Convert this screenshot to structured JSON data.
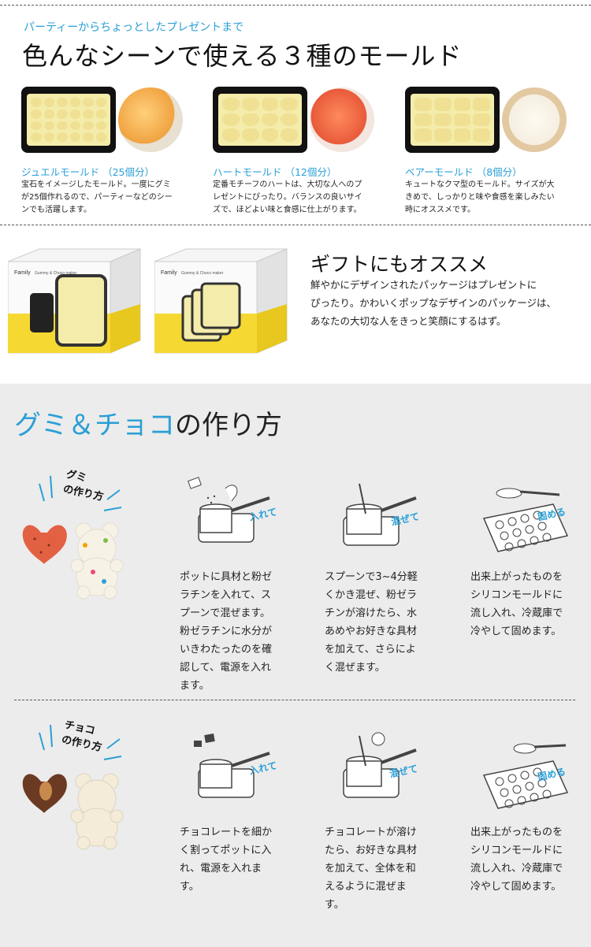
{
  "header": {
    "kicker": "パーティーからちょっとしたプレゼントまで",
    "title": "色んなシーンで使える３種のモールド"
  },
  "molds": [
    {
      "title": "ジュエルモールド （25個分）",
      "lines": [
        "宝石をイメージしたモールド。一度にグミ",
        "が25個作れるので、パーティーなどのシー",
        "ンでも活躍します。"
      ]
    },
    {
      "title": "ハートモールド （12個分）",
      "lines": [
        "定番モチーフのハートは、大切な人へのプ",
        "レゼントにぴったり。バランスの良いサイ",
        "ズで、ほどよい味と食感に仕上がります。"
      ]
    },
    {
      "title": "ベアーモールド （8個分）",
      "lines": [
        "キュートなクマ型のモールド。サイズが大",
        "きめで、しっかりと味や食感を楽しみたい",
        "時にオススメです。"
      ]
    }
  ],
  "gift": {
    "title": "ギフトにもオススメ",
    "lines": [
      "鮮やかにデザインされたパッケージはプレゼントに",
      "ぴったり。かわいくポップなデザインのパッケージは、",
      "あなたの大切な人をきっと笑顔にするはず。"
    ],
    "box_brand": "Family",
    "box_sub": "Gummy & Choco maker"
  },
  "howto": {
    "title_blue": "グミ＆チョコ",
    "title_rest": "の作り方",
    "gummy": {
      "label_line1": "グミ",
      "label_line2": "の作り方",
      "step_labels": [
        "入れて",
        "混ぜて",
        "固める"
      ],
      "steps": [
        [
          "ポットに具材と粉ゼ",
          "ラチンを入れて、ス",
          "プーンで混ぜます。",
          "粉ゼラチンに水分が",
          "いきわたったのを確",
          "認して、電源を入れ",
          "ます。"
        ],
        [
          "スプーンで3~4分軽",
          "くかき混ぜ、粉ゼラ",
          "チンが溶けたら、水",
          "あめやお好きな具材",
          "を加えて、さらによ",
          "く混ぜます。"
        ],
        [
          "出来上がったものを",
          "シリコンモールドに",
          "流し入れ、冷蔵庫で",
          "冷やして固めます。"
        ]
      ]
    },
    "choco": {
      "label_line1": "チョコ",
      "label_line2": "の作り方",
      "step_labels": [
        "入れて",
        "混ぜて",
        "固める"
      ],
      "steps": [
        [
          "チョコレートを細か",
          "く割ってポットに入",
          "れ、電源を入れま",
          "す。"
        ],
        [
          "チョコレートが溶け",
          "たら、お好きな具材",
          "を加えて、全体を和",
          "えるように混ぜま",
          "す。"
        ],
        [
          "出来上がったものを",
          "シリコンモールドに",
          "流し入れ、冷蔵庫で",
          "冷やして固めます。"
        ]
      ]
    }
  },
  "colors": {
    "accent": "#2a9fd6",
    "tray": "#f4ecaa",
    "gray_bg": "#ececec"
  }
}
